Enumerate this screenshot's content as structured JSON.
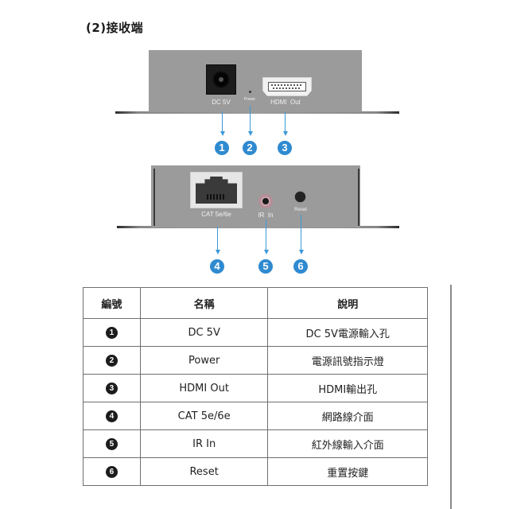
{
  "title": "(2)接收端",
  "top_device": {
    "ports": [
      {
        "id": 1,
        "label": "DC 5V"
      },
      {
        "id": 2,
        "label": "Power"
      },
      {
        "id": 3,
        "label": "HDMI  Out"
      }
    ]
  },
  "bottom_device": {
    "ports": [
      {
        "id": 4,
        "label": "CAT 5e/6e"
      },
      {
        "id": 5,
        "label": "IR  In"
      },
      {
        "id": 6,
        "label": "Reset"
      }
    ]
  },
  "callouts": [
    "1",
    "2",
    "3",
    "4",
    "5",
    "6"
  ],
  "colors": {
    "device_body": "#9b9b9b",
    "callout_blue": "#2f8ad0",
    "arrow_blue": "#3b9ad9"
  },
  "table": {
    "headers": [
      "編號",
      "名稱",
      "說明"
    ],
    "rows": [
      {
        "num": "1",
        "name": "DC 5V",
        "desc": "DC 5V電源輸入孔"
      },
      {
        "num": "2",
        "name": "Power",
        "desc": "電源訊號指示燈"
      },
      {
        "num": "3",
        "name": "HDMI Out",
        "desc": "HDMI輸出孔"
      },
      {
        "num": "4",
        "name": "CAT 5e/6e",
        "desc": "網路線介面"
      },
      {
        "num": "5",
        "name": "IR In",
        "desc": "紅外線輸入介面"
      },
      {
        "num": "6",
        "name": "Reset",
        "desc": "重置按鍵"
      }
    ]
  }
}
